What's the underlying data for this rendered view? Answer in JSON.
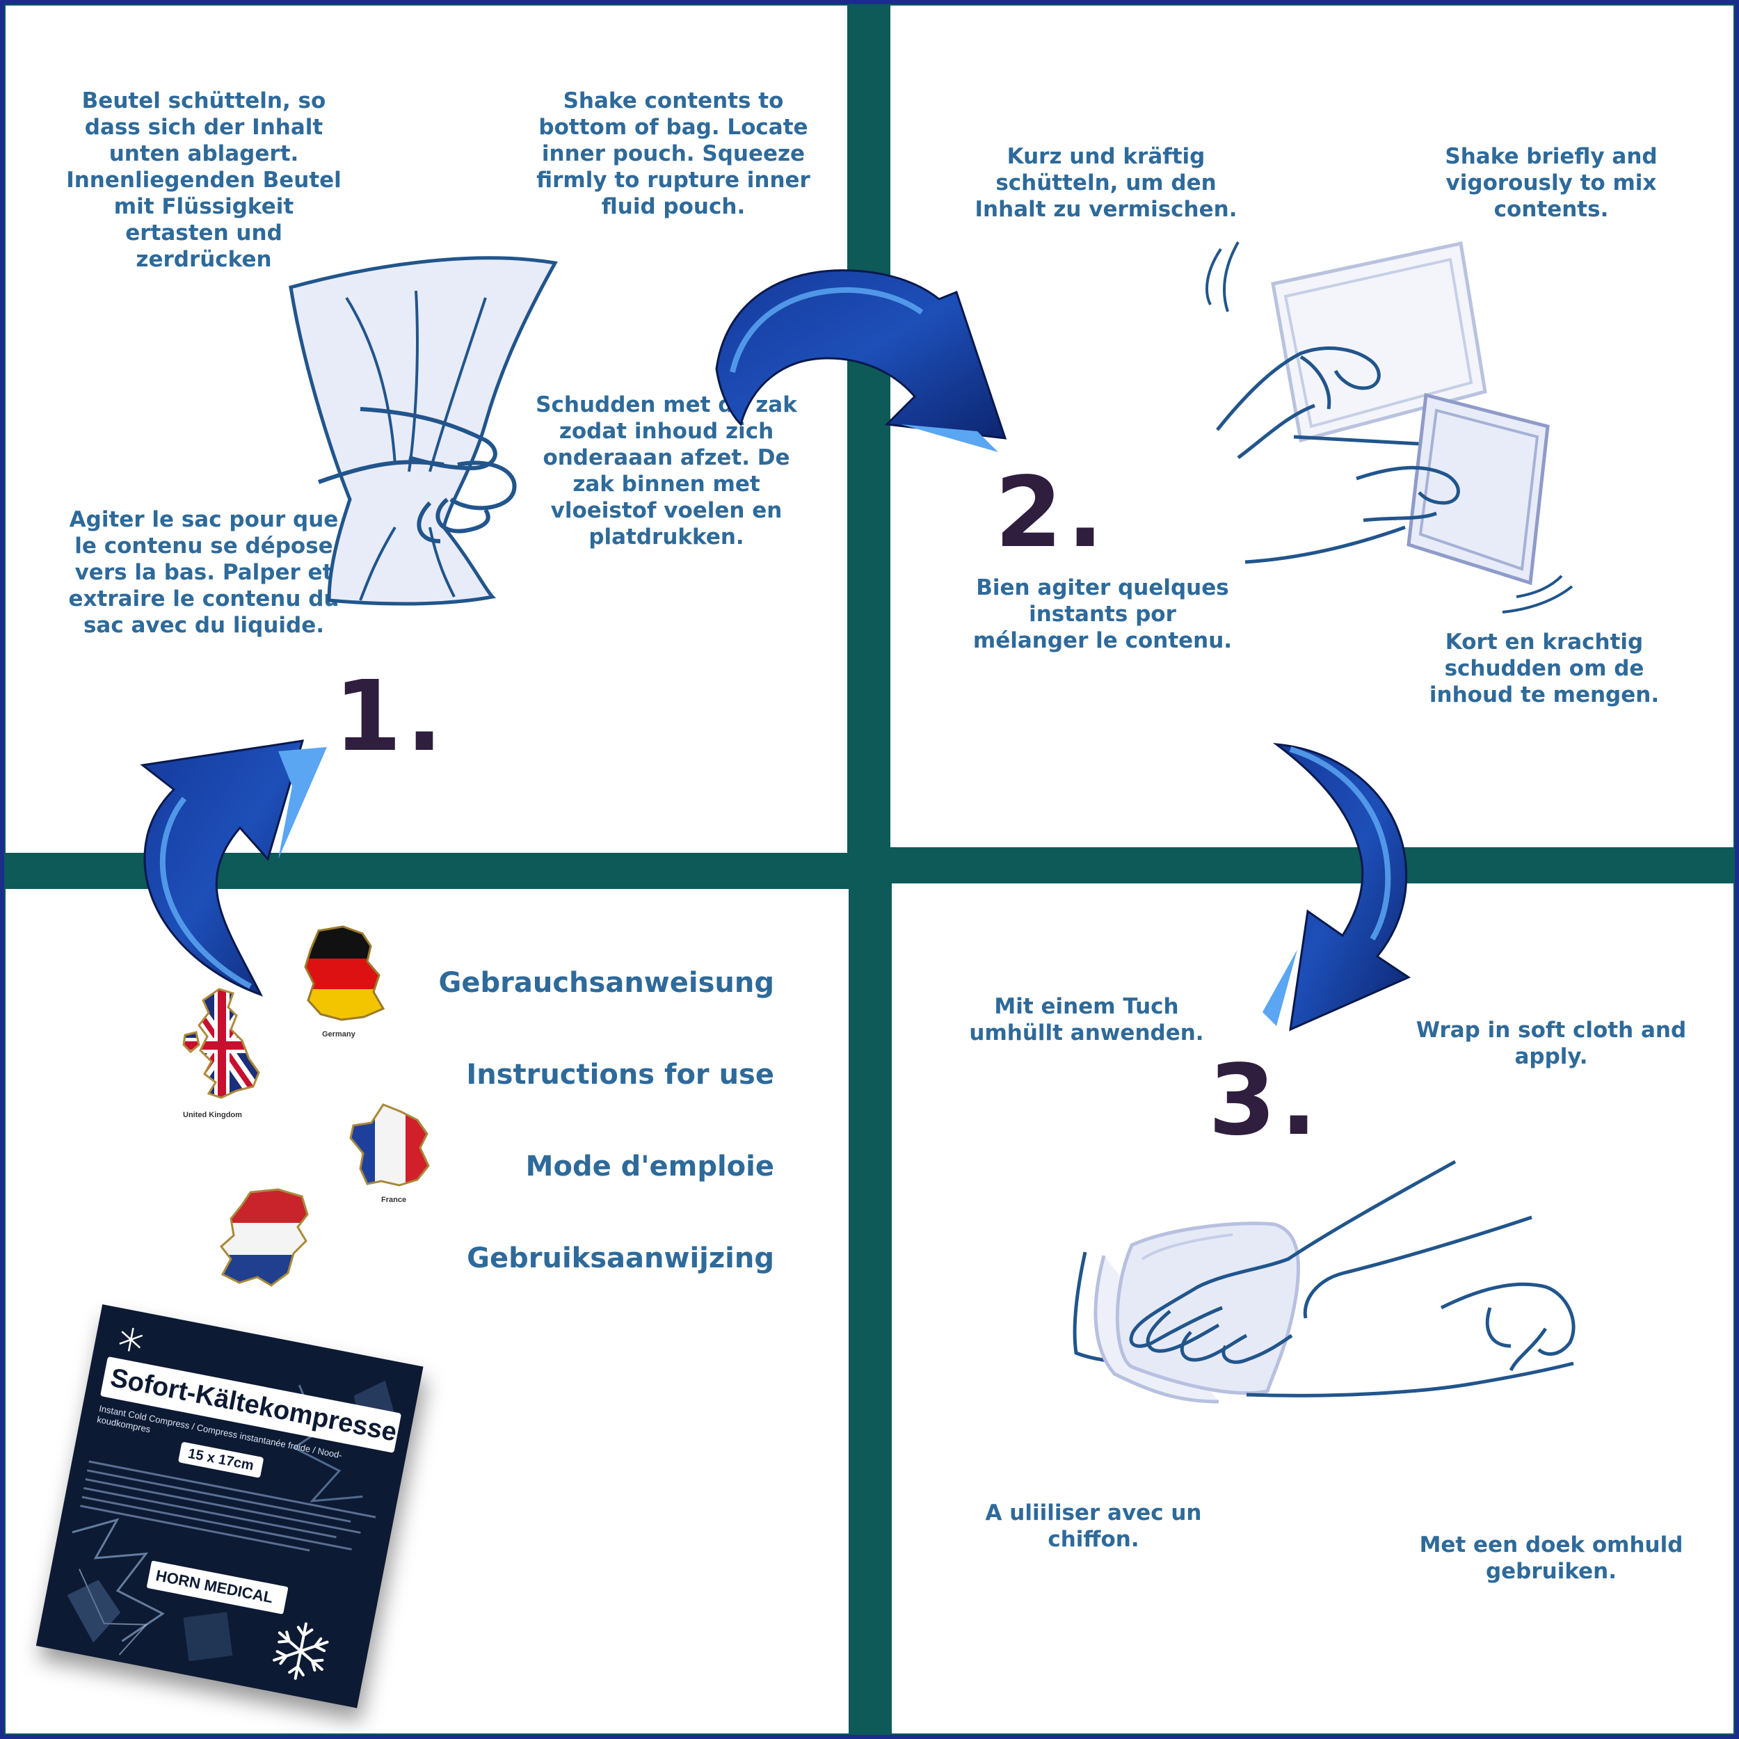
{
  "step1": {
    "number": "1.",
    "de": "Beutel schütteln, so dass sich der Inhalt unten ablagert. Innenliegenden Beutel mit Flüssigkeit ertasten und zerdrücken",
    "en": "Shake contents to bottom of bag. Locate inner pouch. Squeeze firmly to rupture inner fluid pouch.",
    "nl": "Schudden met de zak zodat inhoud zich onderaaan afzet. De zak binnen met vloeistof voelen en platdrukken.",
    "fr": "Agiter le sac pour que le contenu se dépose vers la bas. Palper et extraire le contenu du sac avec du liquide."
  },
  "step2": {
    "number": "2.",
    "de": "Kurz und kräftig schütteln, um den Inhalt zu vermischen.",
    "en": "Shake briefly and vigorously to mix contents.",
    "fr": "Bien agiter quelques instants por mélanger le contenu.",
    "nl": "Kort en krachtig schudden om de inhoud te mengen."
  },
  "step3": {
    "number": "3.",
    "de": "Mit einem Tuch umhüllt anwenden.",
    "en": "Wrap in soft cloth and apply.",
    "fr": "A uliiliser avec un chiffon.",
    "nl": "Met een doek omhuld gebruiken."
  },
  "languages": {
    "headings": [
      "Gebrauchsanweisung",
      "Instructions for use",
      "Mode d'emploie",
      "Gebruiksaanwijzing"
    ],
    "flags": {
      "germany": "Germany",
      "uk": "United Kingdom",
      "france": "France"
    }
  },
  "product": {
    "title": "Sofort-Kältekompresse",
    "subtitle": "Instant Cold Compress / Compress instantanée froide / Nood-koudkompres",
    "size": "15 x 17cm",
    "brand": "HORN MEDICAL"
  },
  "colors": {
    "text": "#2e6a9a",
    "number": "#2f1e3e",
    "border": "#1a2d8c",
    "cross": "#0d5a58",
    "arrow_dark": "#0f2a78",
    "arrow_light": "#5aa6f2",
    "illustration_stroke": "#21558c",
    "illustration_fill": "#e8ecf8"
  }
}
